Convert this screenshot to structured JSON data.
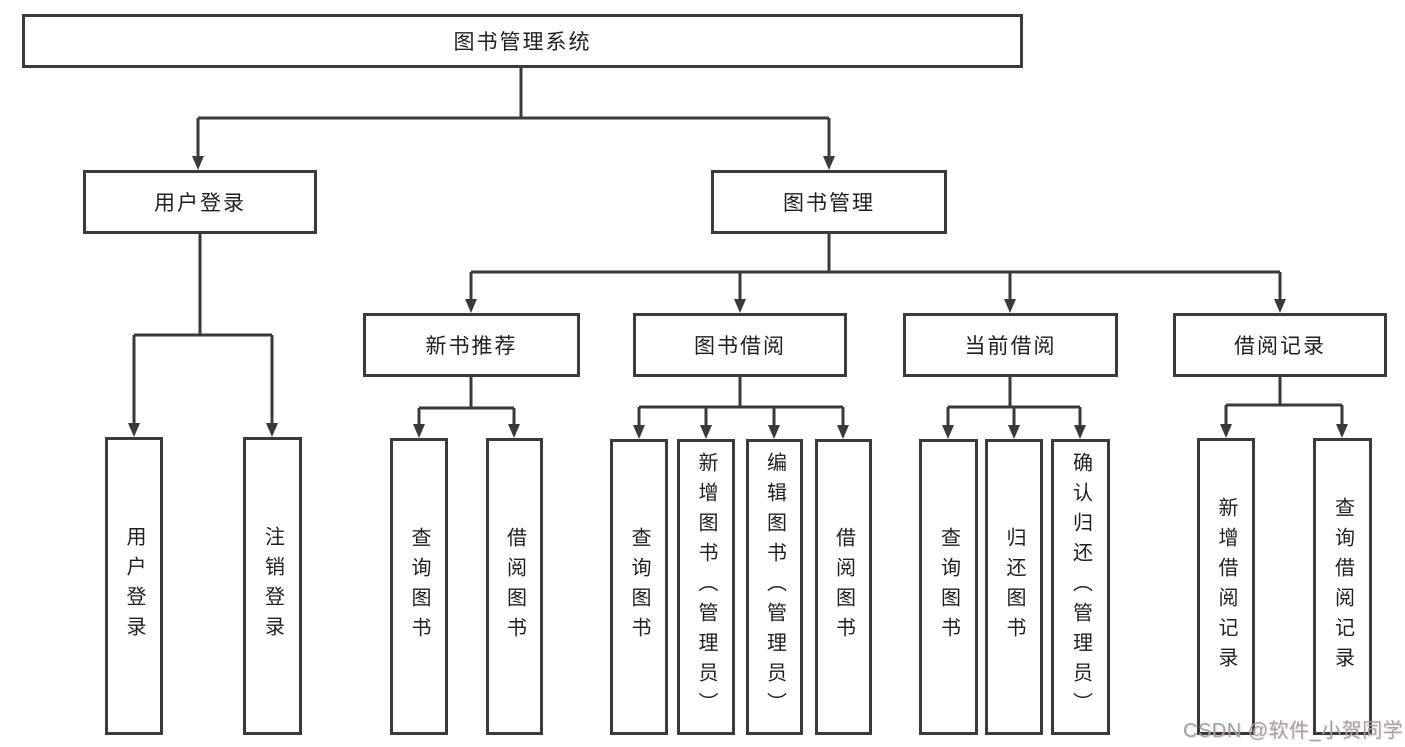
{
  "tree": {
    "root_label": "图书管理系统",
    "login_branch": {
      "label": "用户登录",
      "children": [
        "用户登录",
        "注销登录"
      ]
    },
    "mgmt_branch": {
      "label": "图书管理",
      "sections": [
        {
          "label": "新书推荐",
          "children": [
            "查询图书",
            "借阅图书"
          ]
        },
        {
          "label": "图书借阅",
          "children": [
            "查询图书",
            "新增图书（管理员）",
            "编辑图书（管理员）",
            "借阅图书"
          ]
        },
        {
          "label": "当前借阅",
          "children": [
            "查询图书",
            "归还图书",
            "确认归还（管理员）"
          ]
        },
        {
          "label": "借阅记录",
          "children": [
            "新增借阅记录",
            "查询借阅记录"
          ]
        }
      ]
    }
  },
  "watermark": {
    "text": "CSDN @软件_小贺同学"
  },
  "colors": {
    "line": "#3a3a3a",
    "text": "#1f1f1f",
    "box_background": "#ffffff",
    "watermark": "#a3a3a3",
    "page_background": "#ffffff"
  }
}
